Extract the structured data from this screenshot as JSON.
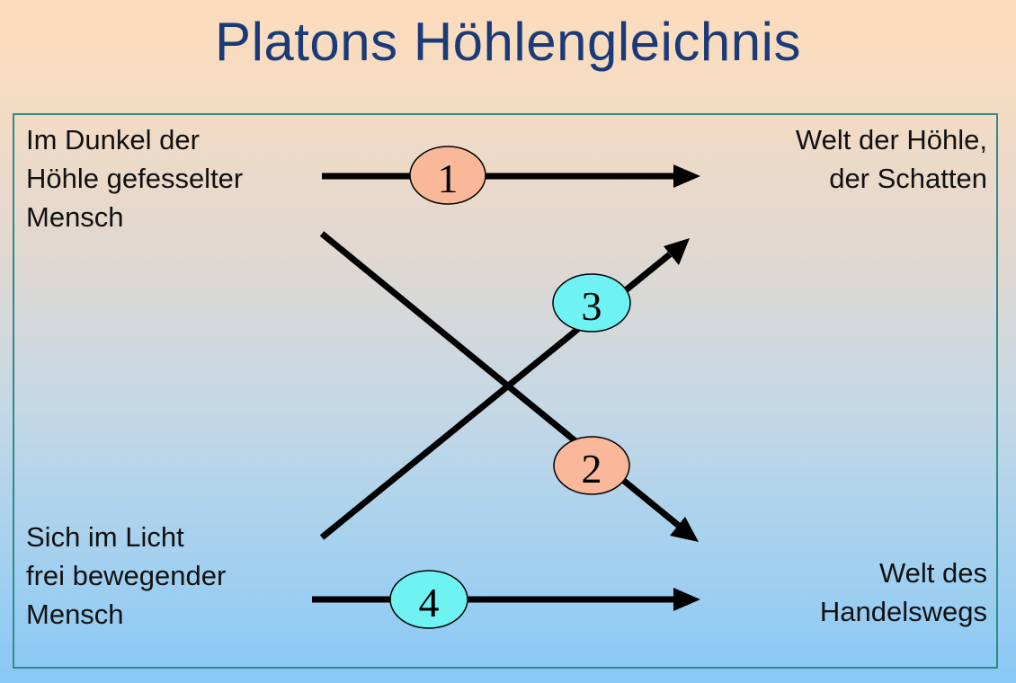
{
  "title": "Platons Höhlengleichnis",
  "labels": {
    "top_left": "Im Dunkel der\nHöhle gefesselter\nMensch",
    "bottom_left": "Sich im Licht\nfrei bewegender\nMensch",
    "top_right": "Welt der Höhle,\nder Schatten",
    "bottom_right": "Welt des\nHandelswegs"
  },
  "arrows": [
    {
      "number": "1",
      "color": "#f9b89a"
    },
    {
      "number": "2",
      "color": "#f9b89a"
    },
    {
      "number": "3",
      "color": "#6ff2f2"
    },
    {
      "number": "4",
      "color": "#6ff2f2"
    }
  ],
  "colors": {
    "title": "#1b3a78",
    "frame": "#2f8a88",
    "arrow": "#000000"
  }
}
